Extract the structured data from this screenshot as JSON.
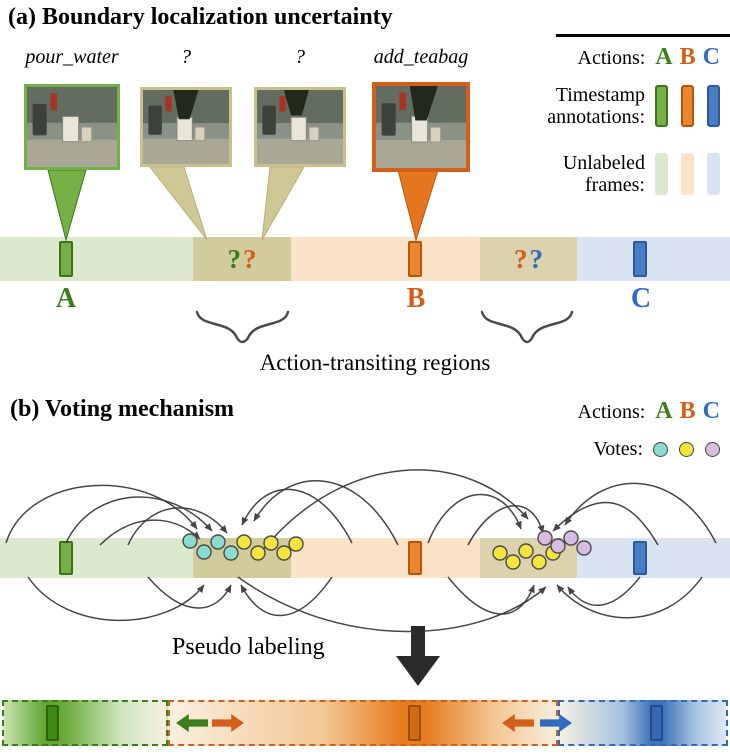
{
  "colors": {
    "action_a": "#3e7d1e",
    "action_b": "#d2601a",
    "action_c": "#2f6cc0",
    "seg_a": "#dce9cf",
    "seg_b": "#fae3c8",
    "seg_c": "#dae3f2",
    "overlap_ab": "#d2cc9c",
    "overlap_bc": "#dcd2ae",
    "ts_a_fill": "#74b045",
    "ts_a_edge": "#3f7313",
    "ts_b_fill": "#ea8530",
    "ts_b_edge": "#b85408",
    "ts_c_fill": "#4b7dc4",
    "ts_c_edge": "#2a5a9e",
    "vote_teal": "#8adbd0",
    "vote_yellow": "#f3e53e",
    "vote_purple": "#d8bce2",
    "khaki": "#c9c08c",
    "arc": "#333333"
  },
  "actions": {
    "label": "Actions:",
    "a": "A",
    "b": "B",
    "c": "C"
  },
  "part_a": {
    "title": "(a) Boundary localization uncertainty",
    "frame_labels": [
      "pour_water",
      "?",
      "?",
      "add_teabag"
    ],
    "ts_legend": {
      "line1": "Timestamp",
      "line2": "annotations:"
    },
    "unlabeled_legend": {
      "line1": "Unlabeled",
      "line2": "frames:"
    },
    "transit1": {
      "q1": "?",
      "q2": "?"
    },
    "transit2": {
      "q1": "?",
      "q2": "?"
    },
    "axis": {
      "a": "A",
      "b": "B",
      "c": "C"
    },
    "caption": "Action-transiting regions"
  },
  "part_b": {
    "title": "(b) Voting mechanism",
    "votes_label": "Votes:",
    "pseudo_label": "Pseudo labeling"
  }
}
